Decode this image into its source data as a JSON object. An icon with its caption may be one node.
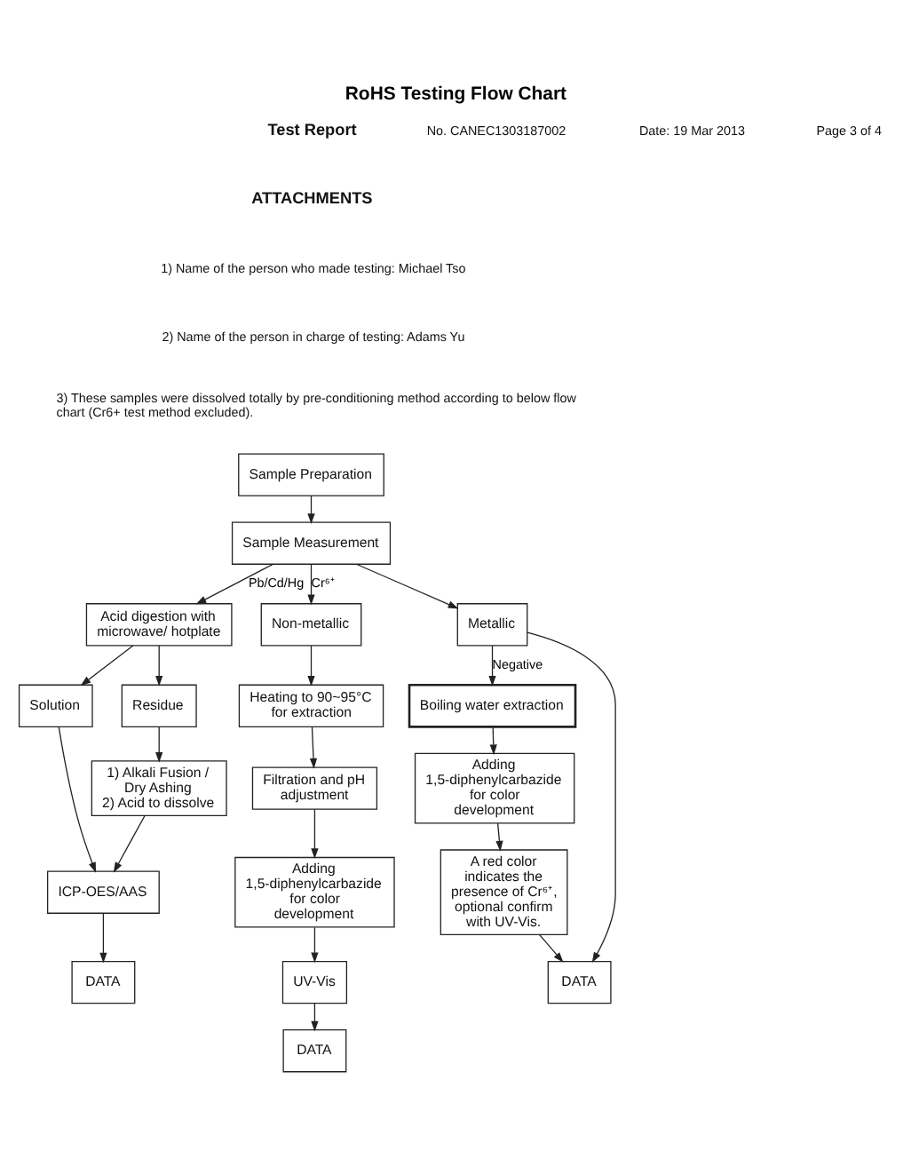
{
  "diagram": {
    "title": "RoHS Testing Flow Chart",
    "nodes": [
      {
        "text": [
          "Sample Preparation"
        ]
      },
      {
        "text": [
          "Sample Measurement"
        ]
      },
      {
        "text": [
          "Acid digestion with microwave/ hotplate"
        ]
      },
      {
        "text": [
          "Solution"
        ]
      },
      {
        "text": [
          "Residue"
        ]
      },
      {
        "text": [
          "1) Alkali Fusion / Dry Ashing",
          "2) Acid to dissolve"
        ]
      },
      {
        "text": [
          "ICP-OES/AAS"
        ]
      },
      {
        "text": [
          "DATA"
        ]
      },
      {
        "text": [
          "Non-metallic"
        ]
      },
      {
        "text": [
          "Heating to 90~95°C for extraction"
        ]
      },
      {
        "text": [
          "Filtration and pH adjustment"
        ]
      },
      {
        "text": [
          "Adding 1,5-diphenylcarbazide for color development"
        ]
      },
      {
        "text": [
          "UV-Vis"
        ]
      },
      {
        "text": [
          "DATA"
        ]
      },
      {
        "text": [
          "Metallic"
        ]
      },
      {
        "text": [
          "Boiling water extraction"
        ]
      },
      {
        "text": [
          "Adding 1,5-diphenylcarbazide for color development"
        ]
      },
      {
        "text": [
          "A red color indicates the presence of Cr⁶⁺, optional confirm with UV-Vis."
        ]
      },
      {
        "text": [
          "DATA"
        ]
      }
    ],
    "edges": [
      {
        "from": 0,
        "to": 1,
        "arrow": "to"
      },
      {
        "from": 1,
        "to": 2,
        "arrow": "to",
        "label": "Pb/Cd/Hg"
      },
      {
        "from": 1,
        "to": 8,
        "arrow": "to",
        "label": "Cr⁶⁺"
      },
      {
        "from": 1,
        "to": 14,
        "arrow": "to"
      },
      {
        "from": 2,
        "to": 3,
        "arrow": "to"
      },
      {
        "from": 2,
        "to": 4,
        "arrow": "to"
      },
      {
        "from": 3,
        "to": 6,
        "arrow": "to"
      },
      {
        "from": 4,
        "to": 5,
        "arrow": "to"
      },
      {
        "from": 5,
        "to": 6,
        "arrow": "to"
      },
      {
        "from": 6,
        "to": 7,
        "arrow": "to"
      },
      {
        "from": 8,
        "to": 9,
        "arrow": "to"
      },
      {
        "from": 9,
        "to": 10,
        "arrow": "to"
      },
      {
        "from": 10,
        "to": 11,
        "arrow": "to"
      },
      {
        "from": 11,
        "to": 12,
        "arrow": "to"
      },
      {
        "from": 12,
        "to": 13,
        "arrow": "to"
      },
      {
        "from": 14,
        "to": 15,
        "arrow": "to",
        "label": "Negative"
      },
      {
        "from": 15,
        "to": 16,
        "arrow": "to"
      },
      {
        "from": 16,
        "to": 17,
        "arrow": "to"
      },
      {
        "from": 17,
        "to": 18,
        "arrow": "to"
      },
      {
        "from": 14,
        "to": 18,
        "arrow": "to"
      }
    ],
    "labels": [
      "Test Report",
      "No. CANEC1303187002",
      "Date: 19 Mar 2013",
      "Page 3 of 4",
      "ATTACHMENTS",
      "1) Name of the person who made testing: Michael Tso",
      "2) Name of the person in charge of testing: Adams Yu",
      "3) These samples were dissolved totally by pre-conditioning method according to below flow chart (Cr6+ test method excluded)."
    ]
  }
}
